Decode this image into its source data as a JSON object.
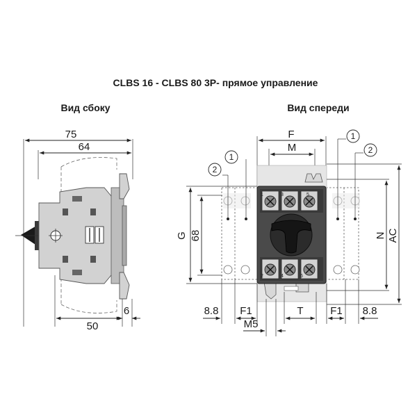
{
  "title": "CLBS 16 - CLBS 80 3P- прямое управление",
  "side_view": {
    "label": "Вид сбоку",
    "dims": {
      "overall_width": "75",
      "body_width": "64",
      "base_width": "50",
      "offset": "6"
    }
  },
  "front_view": {
    "label": "Вид спереди",
    "dims": {
      "F": "F",
      "M": "M",
      "G": "G",
      "h68": "68",
      "N": "N",
      "AC": "AC",
      "left_8_8": "8.8",
      "left_F1": "F1",
      "M5": "M5",
      "T": "T",
      "right_F1": "F1",
      "right_8_8": "8.8"
    },
    "callouts": {
      "left_1": "1",
      "left_2": "2",
      "right_1": "1",
      "right_2": "2"
    },
    "terminals": {
      "top": [
        "1",
        "3",
        "5"
      ],
      "bottom": [
        "2",
        "4",
        "6"
      ]
    }
  }
}
